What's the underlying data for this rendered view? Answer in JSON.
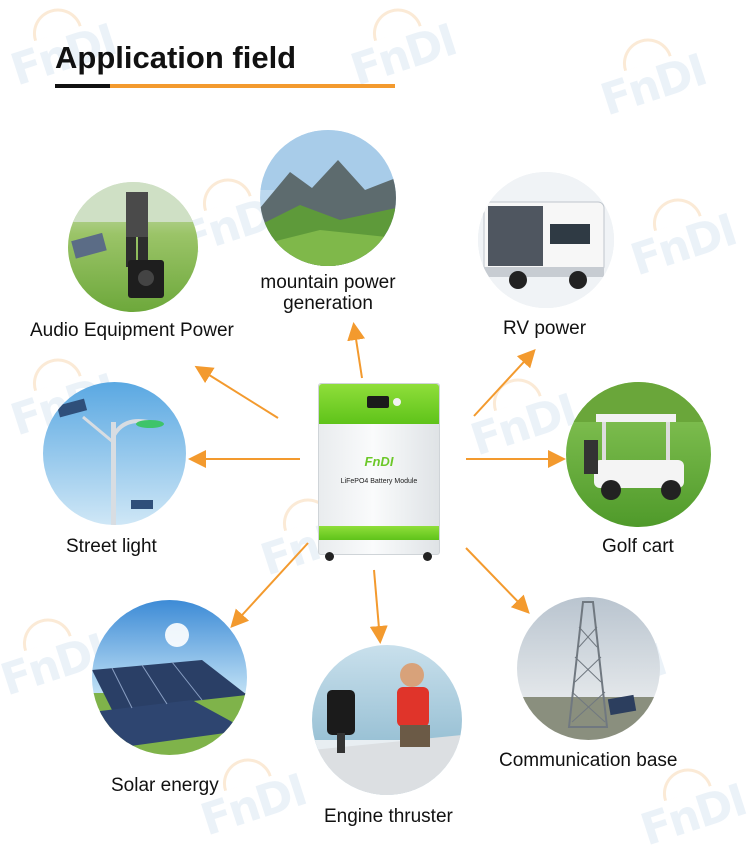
{
  "title": "Application field",
  "watermark": "FnDI",
  "product": {
    "brand": "FnDI",
    "model": "LiFePO4 Battery Module"
  },
  "applications": [
    {
      "id": "audio",
      "label": "Audio Equipment Power"
    },
    {
      "id": "mountain",
      "label_line1": "mountain power",
      "label_line2": "generation"
    },
    {
      "id": "rv",
      "label": "RV power"
    },
    {
      "id": "street",
      "label": "Street light"
    },
    {
      "id": "golf",
      "label": "Golf cart"
    },
    {
      "id": "solar",
      "label": "Solar energy"
    },
    {
      "id": "engine",
      "label": "Engine thruster"
    },
    {
      "id": "comm",
      "label": "Communication base"
    }
  ],
  "colors": {
    "accent": "#f39a2e",
    "battery_green": "#6cc829",
    "title_text": "#111111"
  }
}
